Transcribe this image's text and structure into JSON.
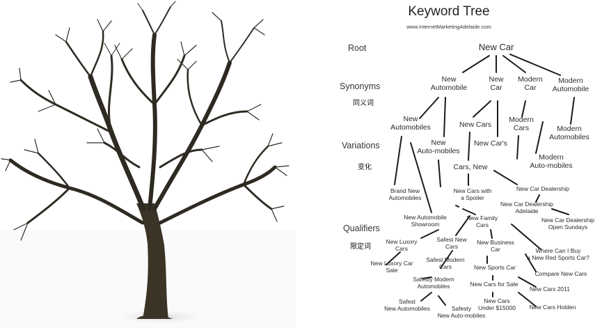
{
  "title": "Keyword Tree",
  "subtitle": "www.InternetMarketingAdelaide.com",
  "categories": {
    "root": "Root",
    "synonyms": "Synonyms",
    "synonyms_zh": "同义词",
    "variations": "Variations",
    "variations_zh": "变化",
    "qualifiers": "Qualifiers",
    "qualifiers_zh": "限定词"
  },
  "nodes": {
    "new_car": "New Car",
    "new_automobile": "New\nAutomobile",
    "new_car_syn": "New\nCar",
    "modern_car": "Modern\nCar",
    "modern_automobile": "Modern\nAutomobile",
    "new_automobiles": "New\nAutomobiles",
    "new_auto_mobiles": "New\nAuto-mobiles",
    "new_cars": "New Cars",
    "new_cars_apos": "New Car's",
    "modern_cars": "Modern\nCars",
    "modern_automobiles": "Modern\nAutomobiles",
    "modern_auto_mobiles": "Modern\nAuto-mobiles",
    "cars_new": "Cars, New",
    "brand_new_automobiles": "Brand New\nAutomobiles",
    "new_cars_with_spoiler": "New Cars with\na Spoiler",
    "new_car_dealership": "New Car Dealership",
    "new_car_dealership_adelaide": "New Car Dealership\nAdelaide",
    "new_car_dealership_open_sundays": "New Car Dealership\nOpen Sundays",
    "new_automobile_showroom": "New Automobile\nShowroom",
    "new_family_cars": "New Family\nCars",
    "new_luxory_cars": "New Luxory\nCars",
    "safest_new_cars": "Safest New\nCars",
    "new_business_car": "New Business\nCar",
    "where_can_i_buy": "Where Can I Buy\na New Red Sports Car?",
    "new_luxory_car_sale": "New Luxory Car\nSale",
    "safest_modern_cars": "Safest Modern\nCars",
    "new_sports_car": "New Sports Car",
    "compare_new_cars": "Compare New Cars",
    "safesty_modern_automobiles": "Safesty Modern\nAutomobiles",
    "new_cars_for_sale": "New Cars for Sale",
    "new_cars_2011": "New Cars 2011",
    "safest_new_automobiles": "Safest\nNew Automobiles",
    "safesty_new_auto_mobiles": "Safesty\nNew Auto-mobiles",
    "new_cars_under_15000": "New Cars\nUnder $15000",
    "new_cars_holden": "New Cars Holden"
  },
  "colors": {
    "trunk": "#3b3426",
    "branch": "#2e2a22",
    "ground_shadow": "#e6e6e6",
    "line": "#1a1a1a"
  }
}
